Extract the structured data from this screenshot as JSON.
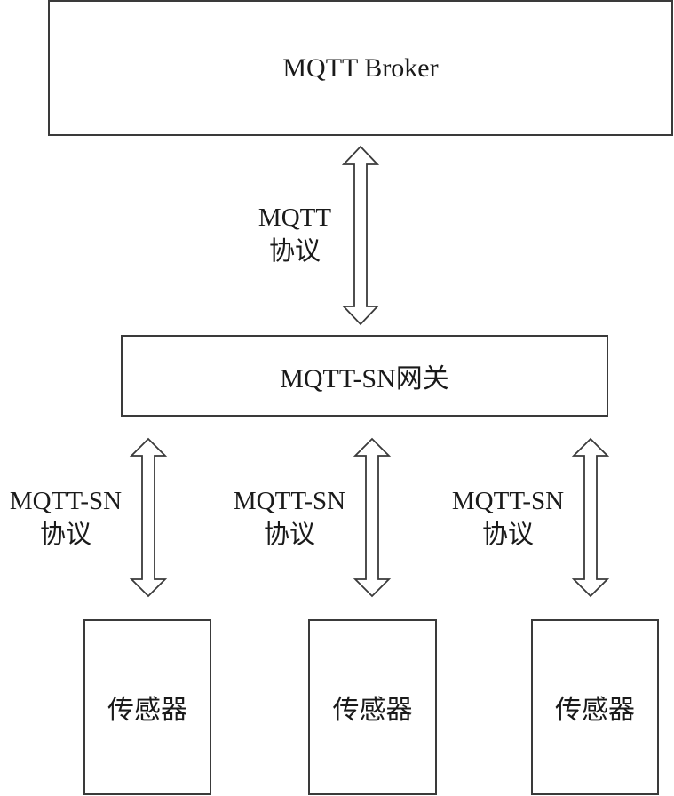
{
  "diagram": {
    "broker": {
      "label": "MQTT Broker"
    },
    "gateway": {
      "label": "MQTT-SN网关"
    },
    "broker_link": {
      "line1": "MQTT",
      "line2": "协议"
    },
    "sensor_links": [
      {
        "line1": "MQTT-SN",
        "line2": "协议"
      },
      {
        "line1": "MQTT-SN",
        "line2": "协议"
      },
      {
        "line1": "MQTT-SN",
        "line2": "协议"
      }
    ],
    "sensors": [
      {
        "label": "传感器"
      },
      {
        "label": "传感器"
      },
      {
        "label": "传感器"
      }
    ],
    "colors": {
      "stroke": "#3a3a3a",
      "text": "#1a1a1a",
      "background": "#ffffff"
    }
  }
}
